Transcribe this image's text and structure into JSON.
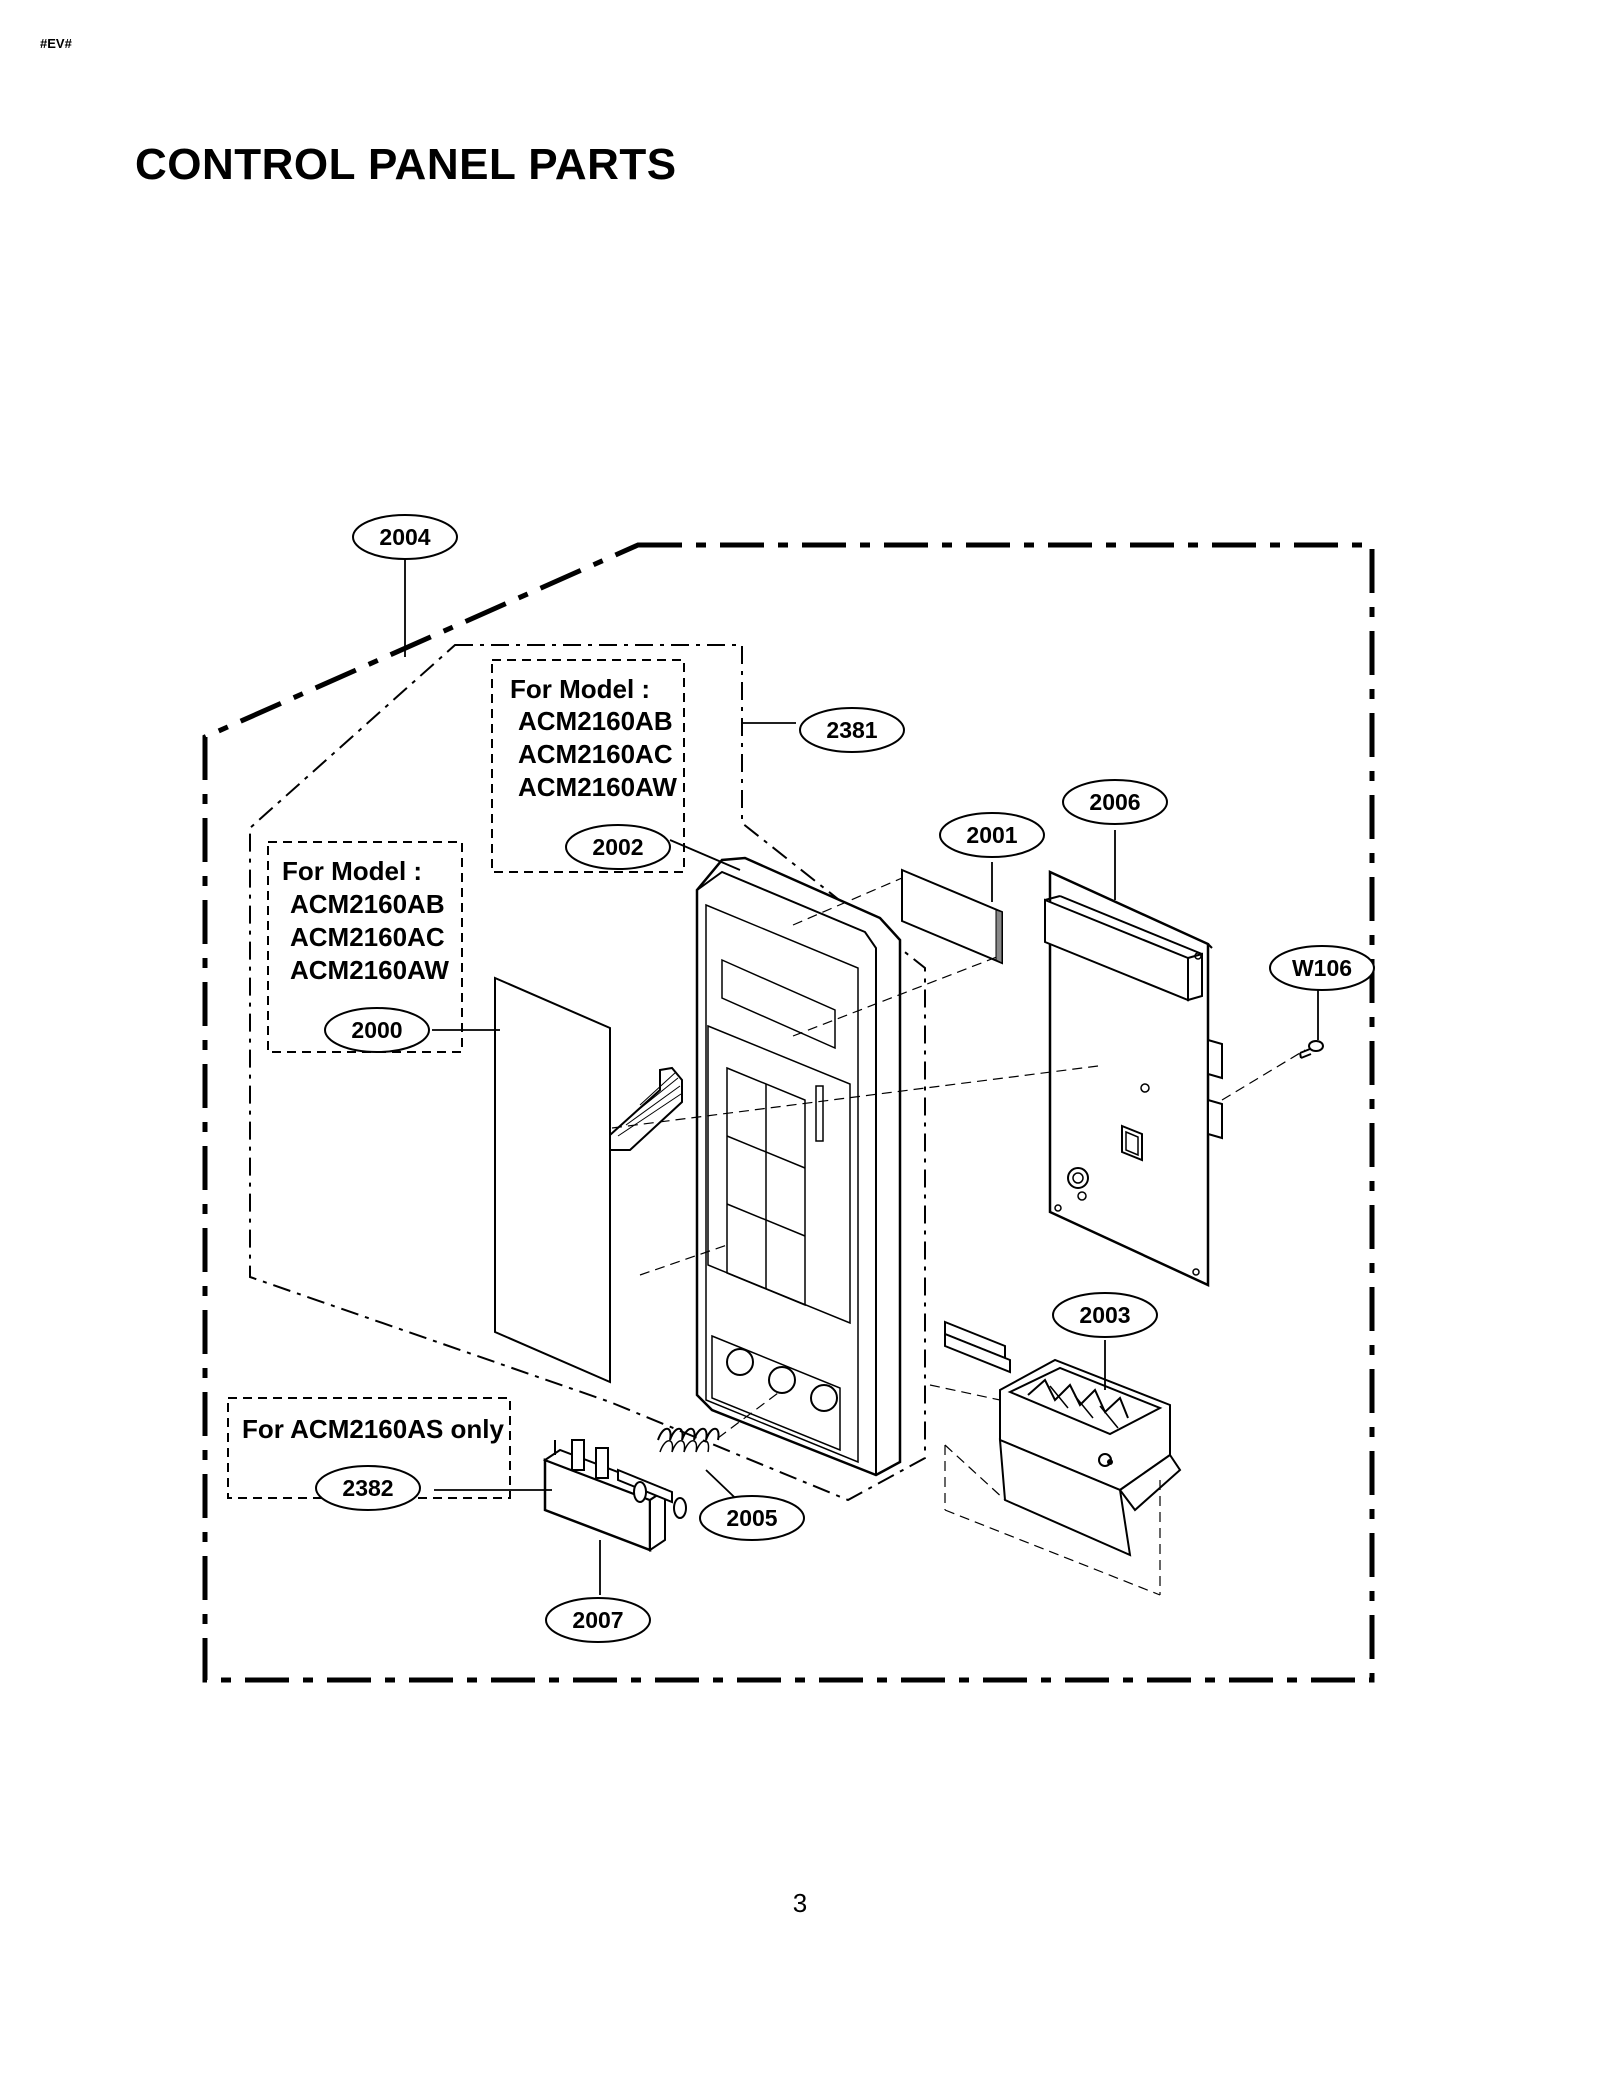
{
  "header": {
    "code": "#EV#",
    "title": "CONTROL PANEL PARTS"
  },
  "callouts": {
    "c2004": "2004",
    "c2381": "2381",
    "c2002": "2002",
    "c2001": "2001",
    "c2006": "2006",
    "cW106": "W106",
    "c2000": "2000",
    "c2003": "2003",
    "c2382": "2382",
    "c2005": "2005",
    "c2007": "2007"
  },
  "notes": {
    "model_note_2002": {
      "title": "For Model :",
      "models": [
        "ACM2160AB",
        "ACM2160AC",
        "ACM2160AW"
      ]
    },
    "model_note_2000": {
      "title": "For Model :",
      "models": [
        "ACM2160AB",
        "ACM2160AC",
        "ACM2160AW"
      ]
    },
    "model_note_2382": {
      "title": "For ACM2160AS only"
    }
  },
  "footer": {
    "page_number": "3"
  }
}
